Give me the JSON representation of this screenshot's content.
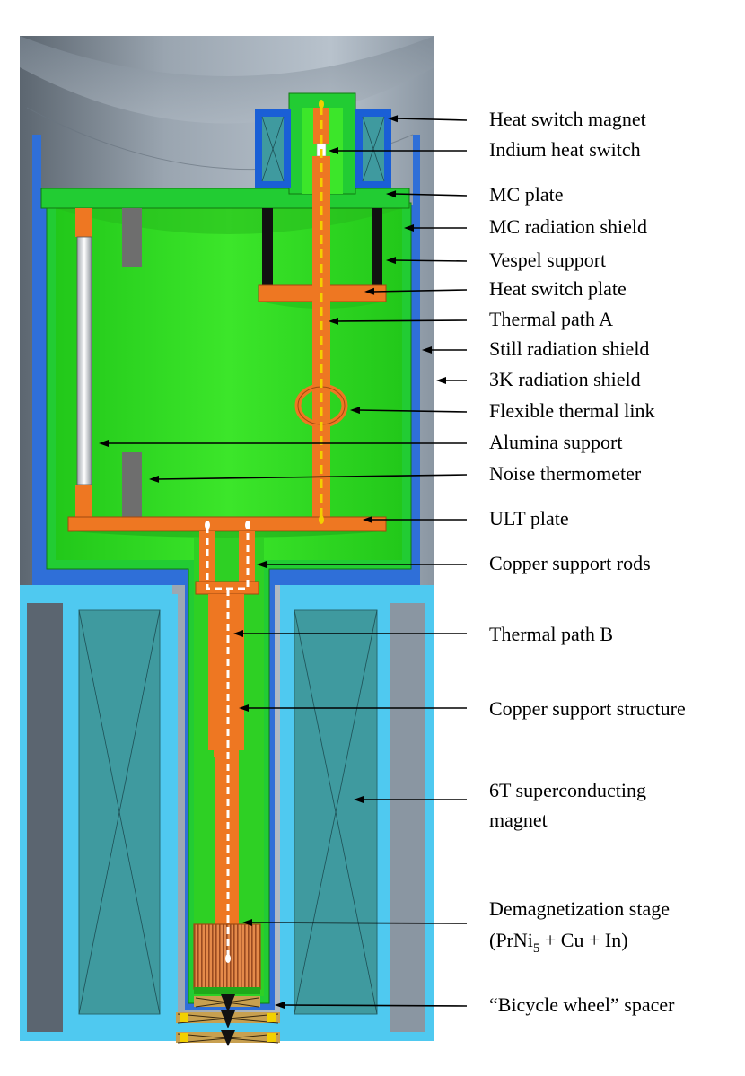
{
  "colors": {
    "outer_gray": "#8e9aa6",
    "inner_gray": "#aeb8c2",
    "still_shield_blue": "#2f6fd8",
    "three_k_shield_cyan": "#4fc9f0",
    "mc_green": "#22cc33",
    "inner_green": "#33dd22",
    "copper_orange": "#ee7722",
    "magnet_teal": "#3f9a9f",
    "magnet_blue": "#1a5fd6",
    "spacer_yellow": "#f2d000",
    "path_white": "#ffffff"
  },
  "labels": [
    {
      "id": "heat-switch-magnet",
      "text": "Heat switch magnet"
    },
    {
      "id": "indium-heat-switch",
      "text": "Indium heat switch"
    },
    {
      "id": "mc-plate",
      "text": "MC plate"
    },
    {
      "id": "mc-radiation-shield",
      "text": "MC radiation shield"
    },
    {
      "id": "vespel-support",
      "text": "Vespel support"
    },
    {
      "id": "heat-switch-plate",
      "text": "Heat switch plate"
    },
    {
      "id": "thermal-path-a",
      "text": "Thermal path A"
    },
    {
      "id": "still-radiation-shield",
      "text": "Still radiation shield"
    },
    {
      "id": "3k-radiation-shield",
      "text": "3K radiation shield"
    },
    {
      "id": "flexible-thermal-link",
      "text": "Flexible thermal link"
    },
    {
      "id": "alumina-support",
      "text": "Alumina support"
    },
    {
      "id": "noise-thermometer",
      "text": "Noise thermometer"
    },
    {
      "id": "ult-plate",
      "text": "ULT plate"
    },
    {
      "id": "copper-support-rods",
      "text": "Copper support rods"
    },
    {
      "id": "thermal-path-b",
      "text": "Thermal path B"
    },
    {
      "id": "copper-support-structure",
      "text": "Copper support structure"
    },
    {
      "id": "6t-superconducting-magnet",
      "text": "6T superconducting",
      "line2": "magnet"
    },
    {
      "id": "demagnetization-stage",
      "text": "Demagnetization stage",
      "line2_pre": "(PrNi",
      "line2_sub": "5",
      "line2_post": " + Cu + In)"
    },
    {
      "id": "bicycle-wheel-spacer",
      "text": "“Bicycle wheel” spacer"
    }
  ]
}
